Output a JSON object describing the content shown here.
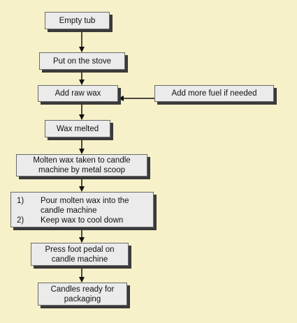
{
  "flowchart": {
    "steps": [
      {
        "id": "b1",
        "label": "Empty tub"
      },
      {
        "id": "b2",
        "label": "Put on the stove"
      },
      {
        "id": "b3",
        "label": "Add raw wax"
      },
      {
        "id": "b4",
        "label": "Add more fuel if needed"
      },
      {
        "id": "b5",
        "label": "Wax melted"
      },
      {
        "id": "b6",
        "label": "Molten wax taken to candle machine by metal scoop"
      },
      {
        "id": "b7",
        "items": [
          {
            "num": "1)",
            "text": "Pour molten wax into the candle machine"
          },
          {
            "num": "2)",
            "text": "Keep wax to cool down"
          }
        ]
      },
      {
        "id": "b8",
        "label": "Press foot pedal on candle machine"
      },
      {
        "id": "b9",
        "label": "Candles ready for packaging"
      }
    ],
    "colors": {
      "background": "#f6f1c8",
      "box_fill": "#ebebeb",
      "box_shadow": "#3a3a3a",
      "arrow": "#111111"
    }
  }
}
